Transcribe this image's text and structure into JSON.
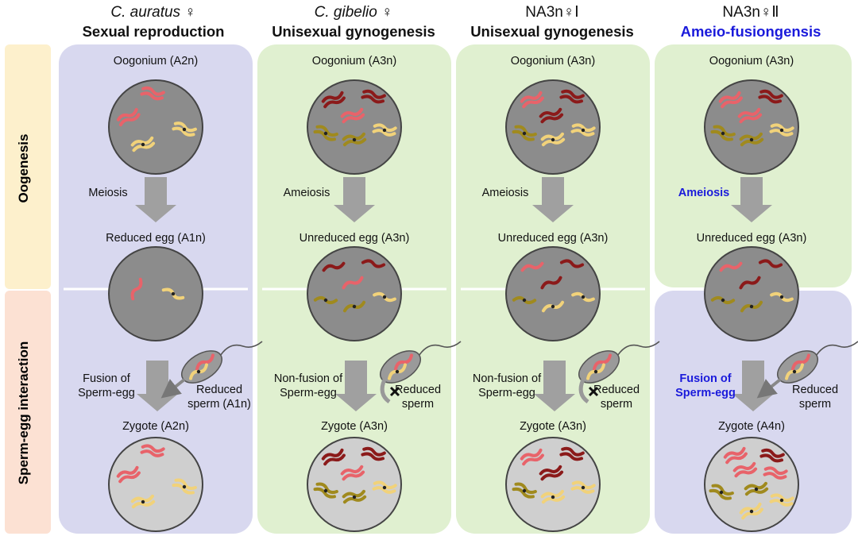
{
  "columns": [
    {
      "species_italic": "C. auratus",
      "species_suffix": "♀",
      "mode": "Sexual reproduction",
      "mode_highlight": false,
      "oogonium": "Oogonium (A2n)",
      "division": "Meiosis",
      "division_highlight": false,
      "egg": "Reduced egg (A1n)",
      "fusion_label_1": "Fusion of",
      "fusion_label_2": "Sperm-egg",
      "fusion_highlight": false,
      "fused": true,
      "sperm_label_1": "Reduced",
      "sperm_label_2": "sperm (A1n)",
      "zygote": "Zygote (A2n)"
    },
    {
      "species_italic": "C. gibelio",
      "species_suffix": "♀",
      "mode": "Unisexual gynogenesis",
      "mode_highlight": false,
      "oogonium": "Oogonium (A3n)",
      "division": "Ameiosis",
      "division_highlight": false,
      "egg": "Unreduced egg (A3n)",
      "fusion_label_1": "Non-fusion of",
      "fusion_label_2": "Sperm-egg",
      "fusion_highlight": false,
      "fused": false,
      "sperm_label_1": "Reduced",
      "sperm_label_2": "sperm",
      "zygote": "Zygote (A3n)"
    },
    {
      "species_italic": "",
      "species_suffix": "NA3n♀Ⅰ",
      "mode": "Unisexual gynogenesis",
      "mode_highlight": false,
      "oogonium": "Oogonium (A3n)",
      "division": "Ameiosis",
      "division_highlight": false,
      "egg": "Unreduced egg (A3n)",
      "fusion_label_1": "Non-fusion of",
      "fusion_label_2": "Sperm-egg",
      "fusion_highlight": false,
      "fused": false,
      "sperm_label_1": "Reduced",
      "sperm_label_2": "sperm",
      "zygote": "Zygote (A3n)"
    },
    {
      "species_italic": "",
      "species_suffix": "NA3n♀Ⅱ",
      "mode": "Ameio-fusiongensis",
      "mode_highlight": true,
      "oogonium": "Oogonium (A3n)",
      "division": "Ameiosis",
      "division_highlight": true,
      "egg": "Unreduced egg (A3n)",
      "fusion_label_1": "Fusion of",
      "fusion_label_2": "Sperm-egg",
      "fusion_highlight": true,
      "fused": true,
      "sperm_label_1": "Reduced",
      "sperm_label_2": "sperm",
      "zygote": "Zygote (A4n)"
    }
  ],
  "rows": {
    "oogenesis": "Oogenesis",
    "interaction": "Sperm-egg interaction"
  },
  "colors": {
    "purple_panel": "#d8d8ef",
    "green_panel": "#e0f0d0",
    "oogenesis_band": "#fdf0cc",
    "interaction_band": "#fce1d3",
    "cell_fill": "#8c8c8c",
    "zygote_fill": "#cfcfcf",
    "arrow": "#a0a0a0",
    "highlight_text": "#1a1adb",
    "chrom_pink": "#e8636a",
    "chrom_darkred": "#8b1a1a",
    "chrom_olive": "#a08a1e",
    "chrom_yellow": "#f1d27a"
  },
  "cells": {
    "col1_oog": [
      {
        "c": "chrom_pink",
        "a": 15
      },
      {
        "c": "chrom_pink",
        "a": -25
      },
      {
        "c": "chrom_yellow",
        "a": 20
      },
      {
        "c": "chrom_yellow",
        "a": -15
      }
    ],
    "col1_egg": [
      {
        "c": "chrom_pink",
        "a": -60,
        "half": true
      },
      {
        "c": "chrom_yellow",
        "a": 30,
        "half": true
      }
    ],
    "col1_zyg": [
      {
        "c": "chrom_pink",
        "a": 10
      },
      {
        "c": "chrom_pink",
        "a": -20
      },
      {
        "c": "chrom_yellow",
        "a": 25
      },
      {
        "c": "chrom_yellow",
        "a": -10
      }
    ],
    "col2_oog": [
      {
        "c": "chrom_darkred",
        "a": -20
      },
      {
        "c": "chrom_darkred",
        "a": 15
      },
      {
        "c": "chrom_pink",
        "a": -15
      },
      {
        "c": "chrom_olive",
        "a": 25
      },
      {
        "c": "chrom_olive",
        "a": -10
      },
      {
        "c": "chrom_yellow",
        "a": 10
      }
    ],
    "col2_egg": [
      {
        "c": "chrom_darkred",
        "a": -10,
        "half": true
      },
      {
        "c": "chrom_darkred",
        "a": 15,
        "half": true
      },
      {
        "c": "chrom_pink",
        "a": -20,
        "half": true
      },
      {
        "c": "chrom_olive",
        "a": 10,
        "half": true
      },
      {
        "c": "chrom_olive",
        "a": -15,
        "half": true
      },
      {
        "c": "chrom_yellow",
        "a": 20,
        "half": true
      }
    ],
    "col2_zyg": [
      {
        "c": "chrom_darkred",
        "a": -20
      },
      {
        "c": "chrom_darkred",
        "a": 15
      },
      {
        "c": "chrom_pink",
        "a": -15
      },
      {
        "c": "chrom_olive",
        "a": 25
      },
      {
        "c": "chrom_olive",
        "a": -10
      },
      {
        "c": "chrom_yellow",
        "a": 10
      }
    ],
    "col3_oog": [
      {
        "c": "chrom_pink",
        "a": -20
      },
      {
        "c": "chrom_darkred",
        "a": 15
      },
      {
        "c": "chrom_darkred",
        "a": -15
      },
      {
        "c": "chrom_olive",
        "a": 25
      },
      {
        "c": "chrom_yellow",
        "a": -10
      },
      {
        "c": "chrom_yellow",
        "a": 10
      }
    ],
    "col3_egg": [
      {
        "c": "chrom_pink",
        "a": -10,
        "half": true
      },
      {
        "c": "chrom_darkred",
        "a": 15,
        "half": true
      },
      {
        "c": "chrom_darkred",
        "a": -20,
        "half": true
      },
      {
        "c": "chrom_olive",
        "a": 10,
        "half": true
      },
      {
        "c": "chrom_yellow",
        "a": -15,
        "half": true
      },
      {
        "c": "chrom_yellow",
        "a": 20,
        "half": true
      }
    ],
    "col3_zyg": [
      {
        "c": "chrom_pink",
        "a": -20
      },
      {
        "c": "chrom_darkred",
        "a": 15
      },
      {
        "c": "chrom_darkred",
        "a": -15
      },
      {
        "c": "chrom_olive",
        "a": 25
      },
      {
        "c": "chrom_yellow",
        "a": -10
      },
      {
        "c": "chrom_yellow",
        "a": 10
      }
    ],
    "col4_oog": [
      {
        "c": "chrom_pink",
        "a": -20
      },
      {
        "c": "chrom_darkred",
        "a": 15
      },
      {
        "c": "chrom_pink",
        "a": -15
      },
      {
        "c": "chrom_olive",
        "a": 25
      },
      {
        "c": "chrom_olive",
        "a": -10
      },
      {
        "c": "chrom_yellow",
        "a": 10
      }
    ],
    "col4_egg": [
      {
        "c": "chrom_pink",
        "a": -10,
        "half": true
      },
      {
        "c": "chrom_darkred",
        "a": 15,
        "half": true
      },
      {
        "c": "chrom_darkred",
        "a": -20,
        "half": true
      },
      {
        "c": "chrom_olive",
        "a": 10,
        "half": true
      },
      {
        "c": "chrom_olive",
        "a": -15,
        "half": true
      },
      {
        "c": "chrom_yellow",
        "a": 20,
        "half": true
      }
    ],
    "col4_zyg": [
      {
        "c": "chrom_pink",
        "a": -20
      },
      {
        "c": "chrom_darkred",
        "a": 15
      },
      {
        "c": "chrom_pink",
        "a": -15
      },
      {
        "c": "chrom_pink",
        "a": 10
      },
      {
        "c": "chrom_olive",
        "a": 25
      },
      {
        "c": "chrom_olive",
        "a": -10
      },
      {
        "c": "chrom_yellow",
        "a": 10
      },
      {
        "c": "chrom_yellow",
        "a": -20
      }
    ]
  }
}
